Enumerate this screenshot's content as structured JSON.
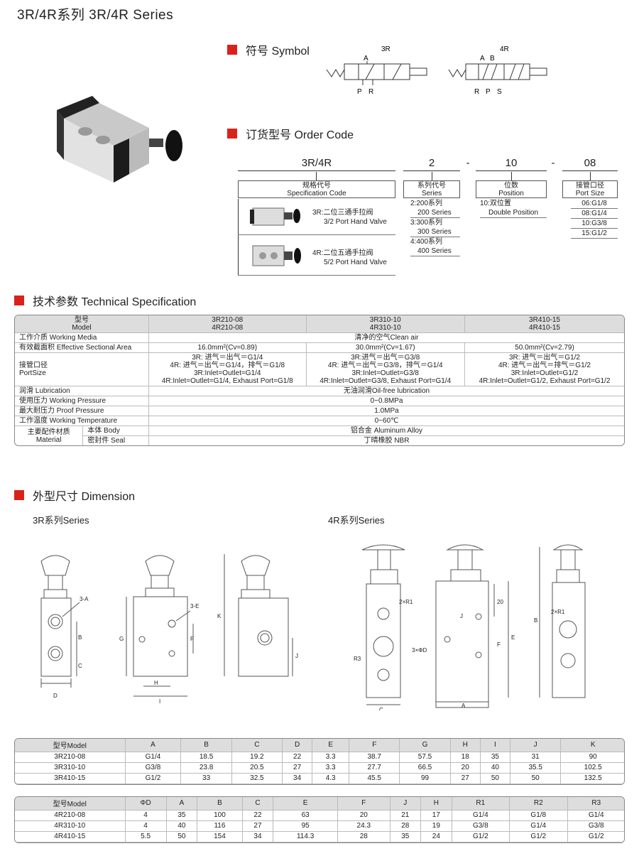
{
  "page_title": "3R/4R系列 3R/4R Series",
  "symbol": {
    "heading": "符号 Symbol",
    "sym3r": {
      "title": "3R",
      "a": "A",
      "p": "P",
      "r": "R"
    },
    "sym4r": {
      "title": "4R",
      "a": "A",
      "b": "B",
      "r": "R",
      "p": "P",
      "s": "S"
    }
  },
  "order_code": {
    "heading": "订货型号 Order Code",
    "codes": [
      "3R/4R",
      "2",
      "-",
      "10",
      "-",
      "08"
    ],
    "spec_box": {
      "cn": "规格代号",
      "en": "Specification Code"
    },
    "series_box": {
      "cn": "系列代号",
      "en": "Series"
    },
    "position_box": {
      "cn": "位数",
      "en": "Position"
    },
    "port_box": {
      "cn": "接管口径",
      "en": "Port Size"
    },
    "spec_items": [
      {
        "cn": "3R:二位三通手拉阀",
        "en": "3/2 Port Hand Valve"
      },
      {
        "cn": "4R:二位五通手拉阀",
        "en": "5/2 Port Hand Valve"
      }
    ],
    "series_items": [
      {
        "cn": "2:200系列",
        "en": "200 Series"
      },
      {
        "cn": "3:300系列",
        "en": "300 Series"
      },
      {
        "cn": "4:400系列",
        "en": "400 Series"
      }
    ],
    "position_items": [
      {
        "cn": "10:双位置",
        "en": "Double Position"
      }
    ],
    "port_items": [
      "06:G1/8",
      "08:G1/4",
      "10:G3/8",
      "15:G1/2"
    ]
  },
  "tech": {
    "heading": "技术参数 Technical Specification",
    "model_label": {
      "cn": "型号",
      "en": "Model"
    },
    "models": [
      [
        "3R210-08",
        "4R210-08"
      ],
      [
        "3R310-10",
        "4R310-10"
      ],
      [
        "3R410-15",
        "4R410-15"
      ]
    ],
    "medium": {
      "label": "工作介质 Working Media",
      "value": "清净的空气Clean air"
    },
    "area": {
      "label": "有效截面积 Effective Sectional Area",
      "values": [
        "16.0mm²(Cv=0.89)",
        "30.0mm²(Cv=1.67)",
        "50.0mm²(Cv=2.79)"
      ]
    },
    "port": {
      "label_cn": "接管口径",
      "label_en": "PortSize",
      "cells": [
        [
          "3R: 进气＝出气＝G1/4",
          "4R: 进气＝出气＝G1/4，排气＝G1/8",
          "3R:Inlet=Outlet=G1/4",
          "4R:Inlet=Outlet=G1/4, Exhaust Port=G1/8"
        ],
        [
          "3R:进气＝出气＝G3/8",
          "4R: 进气＝出气＝G3/8，排气＝G1/4",
          "3R:Inlet=Outlet=G3/8",
          "4R:Inlet=Outlet=G3/8, Exhaust Port=G1/4"
        ],
        [
          "3R: 进气＝出气＝G1/2",
          "4R: 进气＝出气＝排气＝G1/2",
          "3R:Inlet=Outlet=G1/2",
          "4R:Inlet=Outlet=G1/2, Exhaust Port=G1/2"
        ]
      ]
    },
    "lubrication": {
      "label": "润滑 Lubrication",
      "value": "无油润滑Oil-free lubrication"
    },
    "pressure": {
      "label": "使用压力 Working Pressure",
      "value": "0~0.8MPa"
    },
    "proof": {
      "label": "最大耐压力 Proof Pressure",
      "value": "1.0MPa"
    },
    "temp": {
      "label": "工作温度 Working Temperature",
      "value": "0~60℃"
    },
    "material": {
      "label_cn": "主要配件材质",
      "label_en": "Material",
      "body_label": "本体 Body",
      "body_value": "铝合金 Aluminum Alloy",
      "seal_label": "密封件 Seal",
      "seal_value": "丁晴橡胶 NBR"
    }
  },
  "dimension": {
    "heading": "外型尺寸 Dimension",
    "series3r": "3R系列Series",
    "series4r": "4R系列Series",
    "labels3r": [
      "3-A",
      "B",
      "C",
      "D",
      "G",
      "3-E",
      "F",
      "H",
      "I",
      "K",
      "J"
    ],
    "labels4r": [
      "2×R1",
      "R3",
      "C",
      "J",
      "20",
      "F",
      "E",
      "3×ΦD",
      "A",
      "B",
      "2×R1"
    ]
  },
  "table3r": {
    "headers": [
      "型号Model",
      "A",
      "B",
      "C",
      "D",
      "E",
      "F",
      "G",
      "H",
      "I",
      "J",
      "K"
    ],
    "rows": [
      [
        "3R210-08",
        "G1/4",
        "18.5",
        "19.2",
        "22",
        "3.3",
        "38.7",
        "57.5",
        "18",
        "35",
        "31",
        "90"
      ],
      [
        "3R310-10",
        "G3/8",
        "23.8",
        "20.5",
        "27",
        "3.3",
        "27.7",
        "66.5",
        "20",
        "40",
        "35.5",
        "102.5"
      ],
      [
        "3R410-15",
        "G1/2",
        "33",
        "32.5",
        "34",
        "4.3",
        "45.5",
        "99",
        "27",
        "50",
        "50",
        "132.5"
      ]
    ]
  },
  "table4r": {
    "headers": [
      "型号Model",
      "ΦD",
      "A",
      "B",
      "C",
      "E",
      "F",
      "J",
      "H",
      "R1",
      "R2",
      "R3"
    ],
    "rows": [
      [
        "4R210-08",
        "4",
        "35",
        "100",
        "22",
        "63",
        "20",
        "21",
        "17",
        "G1/4",
        "G1/8",
        "G1/4"
      ],
      [
        "4R310-10",
        "4",
        "40",
        "116",
        "27",
        "95",
        "24.3",
        "28",
        "19",
        "G3/8",
        "G1/4",
        "G3/8"
      ],
      [
        "4R410-15",
        "5.5",
        "50",
        "154",
        "34",
        "114.3",
        "28",
        "35",
        "24",
        "G1/2",
        "G1/2",
        "G1/2"
      ]
    ]
  }
}
